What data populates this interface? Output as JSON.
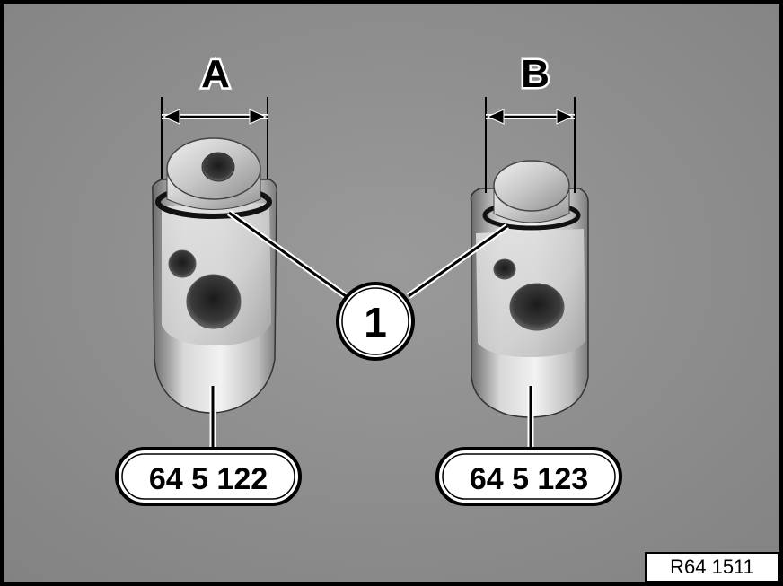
{
  "labels": {
    "dim_a": "A",
    "dim_b": "B",
    "callout_1": "1",
    "part_left": "64 5 122",
    "part_right": "64 5 123"
  },
  "reference": "R64 1511",
  "colors": {
    "background": "#8c8c8c",
    "border": "#000000",
    "callout_fill": "#ffffff"
  }
}
